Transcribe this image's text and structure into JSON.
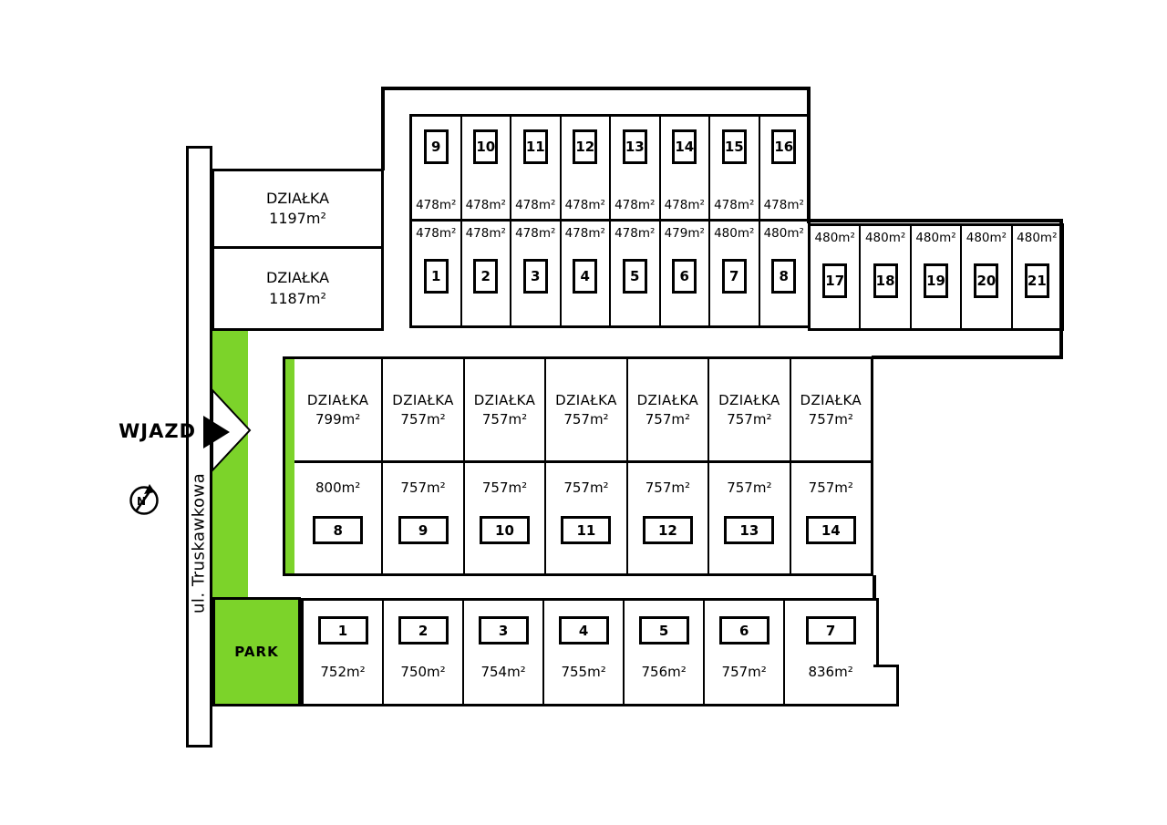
{
  "colors": {
    "green": "#7cd32a"
  },
  "labels": {
    "wjazd": "WJAZD",
    "street": "ul. Truskawkowa",
    "park": "PARK",
    "north": "N"
  },
  "left_plots": [
    {
      "title": "DZIAŁKA",
      "a": "1197m²"
    },
    {
      "title": "DZIAŁKA",
      "a": "1187m²"
    }
  ],
  "row_upper": [
    {
      "n": "9",
      "a": "478m²"
    },
    {
      "n": "10",
      "a": "478m²"
    },
    {
      "n": "11",
      "a": "478m²"
    },
    {
      "n": "12",
      "a": "478m²"
    },
    {
      "n": "13",
      "a": "478m²"
    },
    {
      "n": "14",
      "a": "478m²"
    },
    {
      "n": "15",
      "a": "478m²"
    },
    {
      "n": "16",
      "a": "478m²"
    }
  ],
  "row_lower": [
    {
      "n": "1",
      "a": "478m²"
    },
    {
      "n": "2",
      "a": "478m²"
    },
    {
      "n": "3",
      "a": "478m²"
    },
    {
      "n": "4",
      "a": "478m²"
    },
    {
      "n": "5",
      "a": "478m²"
    },
    {
      "n": "6",
      "a": "479m²"
    },
    {
      "n": "7",
      "a": "480m²"
    },
    {
      "n": "8",
      "a": "480m²"
    }
  ],
  "row_right": [
    {
      "n": "17",
      "a": "480m²"
    },
    {
      "n": "18",
      "a": "480m²"
    },
    {
      "n": "19",
      "a": "480m²"
    },
    {
      "n": "20",
      "a": "480m²"
    },
    {
      "n": "21",
      "a": "480m²"
    }
  ],
  "middle_upper": [
    {
      "title": "DZIAŁKA",
      "a": "799m²"
    },
    {
      "title": "DZIAŁKA",
      "a": "757m²"
    },
    {
      "title": "DZIAŁKA",
      "a": "757m²"
    },
    {
      "title": "DZIAŁKA",
      "a": "757m²"
    },
    {
      "title": "DZIAŁKA",
      "a": "757m²"
    },
    {
      "title": "DZIAŁKA",
      "a": "757m²"
    },
    {
      "title": "DZIAŁKA",
      "a": "757m²"
    }
  ],
  "middle_lower": [
    {
      "a": "800m²",
      "n": "8"
    },
    {
      "a": "757m²",
      "n": "9"
    },
    {
      "a": "757m²",
      "n": "10"
    },
    {
      "a": "757m²",
      "n": "11"
    },
    {
      "a": "757m²",
      "n": "12"
    },
    {
      "a": "757m²",
      "n": "13"
    },
    {
      "a": "757m²",
      "n": "14"
    }
  ],
  "bottom_plots": [
    {
      "n": "1",
      "a": "752m²"
    },
    {
      "n": "2",
      "a": "750m²"
    },
    {
      "n": "3",
      "a": "754m²"
    },
    {
      "n": "4",
      "a": "755m²"
    },
    {
      "n": "5",
      "a": "756m²"
    },
    {
      "n": "6",
      "a": "757m²"
    },
    {
      "n": "7",
      "a": "836m²"
    }
  ]
}
